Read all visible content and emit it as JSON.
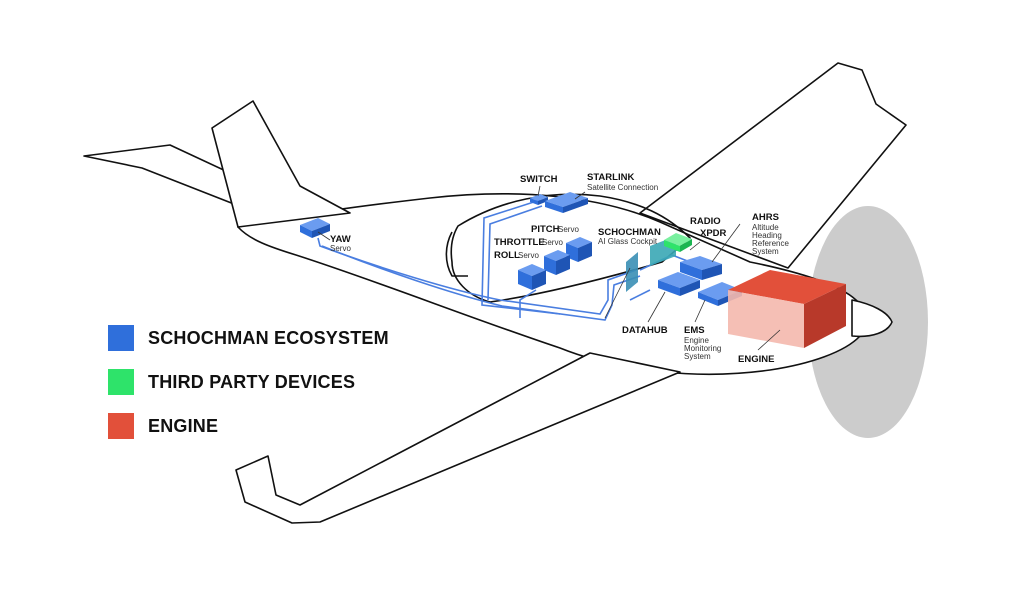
{
  "colors": {
    "schochman": "#2f6fdb",
    "third_party": "#2ee36a",
    "engine": "#e2503a",
    "line": "#111111",
    "wire": "#4a7ee0",
    "propeller": "#c9c9c9"
  },
  "legend": [
    {
      "label": "SCHOCHMAN ECOSYSTEM",
      "color": "#2f6fdb"
    },
    {
      "label": "THIRD PARTY DEVICES",
      "color": "#2ee36a"
    },
    {
      "label": "ENGINE",
      "color": "#e2503a"
    }
  ],
  "labels": {
    "switch": "SWITCH",
    "starlink": "STARLINK",
    "starlink_sub": "Satellite Connection",
    "yaw": "YAW",
    "yaw_sub": "Servo",
    "pitch": "PITCH",
    "pitch_sub": "Servo",
    "throttle": "THROTTLE",
    "throttle_sub": "Servo",
    "roll": "ROLL",
    "roll_sub": "Servo",
    "schochman": "SCHOCHMAN",
    "schochman_sub": "AI Glass Cockpit",
    "radio": "RADIO",
    "xpdr": "XPDR",
    "ahrs": "AHRS",
    "ahrs_sub1": "Altitude",
    "ahrs_sub2": "Heading",
    "ahrs_sub3": "Reference",
    "ahrs_sub4": "System",
    "datahub": "DATAHUB",
    "ems": "EMS",
    "ems_sub1": "Engine",
    "ems_sub2": "Monitoring",
    "ems_sub3": "System",
    "engine": "ENGINE"
  }
}
